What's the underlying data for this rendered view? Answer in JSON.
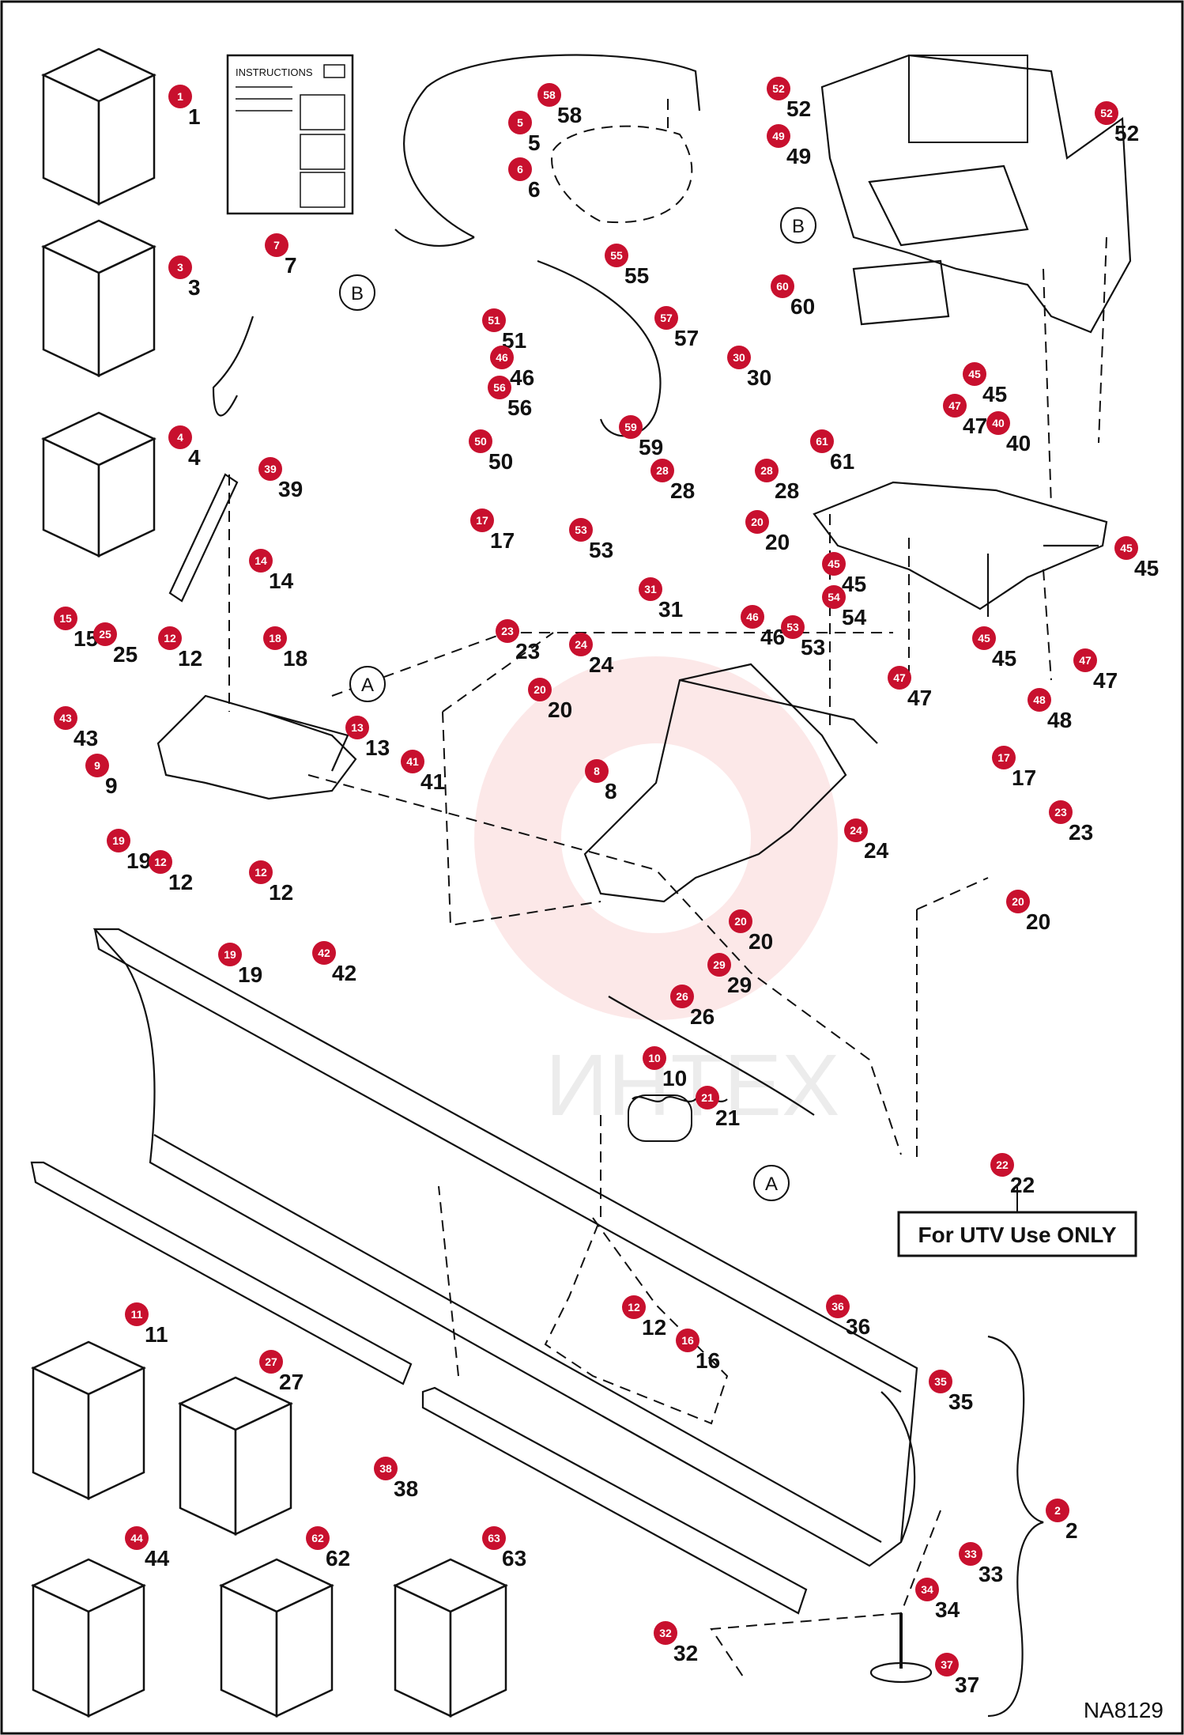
{
  "drawing_id": "NA8129",
  "watermark": {
    "text": "ИНТЕХ",
    "color": "#f08080"
  },
  "instructions_label": "INSTRUCTIONS",
  "utv_label": "For UTV Use ONLY",
  "ref_labels": {
    "A": "A",
    "B": "B"
  },
  "colors": {
    "badge": "#c8102e",
    "line": "#111111"
  },
  "callouts": [
    {
      "id": "1",
      "label": "1"
    },
    {
      "id": "3",
      "label": "3"
    },
    {
      "id": "4",
      "label": "4"
    },
    {
      "id": "7",
      "label": "7"
    },
    {
      "id": "58",
      "label": "58"
    },
    {
      "id": "5",
      "label": "5"
    },
    {
      "id": "6",
      "label": "6"
    },
    {
      "id": "52a",
      "label": "52"
    },
    {
      "id": "49",
      "label": "49"
    },
    {
      "id": "52b",
      "label": "52"
    },
    {
      "id": "55",
      "label": "55"
    },
    {
      "id": "60",
      "label": "60"
    },
    {
      "id": "51",
      "label": "51"
    },
    {
      "id": "57",
      "label": "57"
    },
    {
      "id": "46a",
      "label": "46"
    },
    {
      "id": "56",
      "label": "56"
    },
    {
      "id": "30",
      "label": "30"
    },
    {
      "id": "45a",
      "label": "45"
    },
    {
      "id": "47a",
      "label": "47"
    },
    {
      "id": "40",
      "label": "40"
    },
    {
      "id": "59",
      "label": "59"
    },
    {
      "id": "50",
      "label": "50"
    },
    {
      "id": "39",
      "label": "39"
    },
    {
      "id": "28a",
      "label": "28"
    },
    {
      "id": "28b",
      "label": "28"
    },
    {
      "id": "61",
      "label": "61"
    },
    {
      "id": "17a",
      "label": "17"
    },
    {
      "id": "53a",
      "label": "53"
    },
    {
      "id": "20a",
      "label": "20"
    },
    {
      "id": "45b",
      "label": "45"
    },
    {
      "id": "14",
      "label": "14"
    },
    {
      "id": "31",
      "label": "31"
    },
    {
      "id": "45c",
      "label": "45"
    },
    {
      "id": "54",
      "label": "54"
    },
    {
      "id": "15",
      "label": "15"
    },
    {
      "id": "25",
      "label": "25"
    },
    {
      "id": "12a",
      "label": "12"
    },
    {
      "id": "18",
      "label": "18"
    },
    {
      "id": "23a",
      "label": "23"
    },
    {
      "id": "24a",
      "label": "24"
    },
    {
      "id": "46b",
      "label": "46"
    },
    {
      "id": "53b",
      "label": "53"
    },
    {
      "id": "45d",
      "label": "45"
    },
    {
      "id": "47b",
      "label": "47"
    },
    {
      "id": "47c",
      "label": "47"
    },
    {
      "id": "48",
      "label": "48"
    },
    {
      "id": "20b",
      "label": "20"
    },
    {
      "id": "43",
      "label": "43"
    },
    {
      "id": "13",
      "label": "13"
    },
    {
      "id": "41",
      "label": "41"
    },
    {
      "id": "9",
      "label": "9"
    },
    {
      "id": "8",
      "label": "8"
    },
    {
      "id": "17b",
      "label": "17"
    },
    {
      "id": "23b",
      "label": "23"
    },
    {
      "id": "19a",
      "label": "19"
    },
    {
      "id": "12b",
      "label": "12"
    },
    {
      "id": "24b",
      "label": "24"
    },
    {
      "id": "12c",
      "label": "12"
    },
    {
      "id": "20c",
      "label": "20"
    },
    {
      "id": "20d",
      "label": "20"
    },
    {
      "id": "42",
      "label": "42"
    },
    {
      "id": "19b",
      "label": "19"
    },
    {
      "id": "29",
      "label": "29"
    },
    {
      "id": "26",
      "label": "26"
    },
    {
      "id": "10",
      "label": "10"
    },
    {
      "id": "21",
      "label": "21"
    },
    {
      "id": "22",
      "label": "22"
    },
    {
      "id": "11",
      "label": "11"
    },
    {
      "id": "12d",
      "label": "12"
    },
    {
      "id": "16",
      "label": "16"
    },
    {
      "id": "36",
      "label": "36"
    },
    {
      "id": "27",
      "label": "27"
    },
    {
      "id": "35",
      "label": "35"
    },
    {
      "id": "38",
      "label": "38"
    },
    {
      "id": "2",
      "label": "2"
    },
    {
      "id": "44",
      "label": "44"
    },
    {
      "id": "62",
      "label": "62"
    },
    {
      "id": "63",
      "label": "63"
    },
    {
      "id": "33",
      "label": "33"
    },
    {
      "id": "34",
      "label": "34"
    },
    {
      "id": "32",
      "label": "32"
    },
    {
      "id": "37",
      "label": "37"
    }
  ]
}
